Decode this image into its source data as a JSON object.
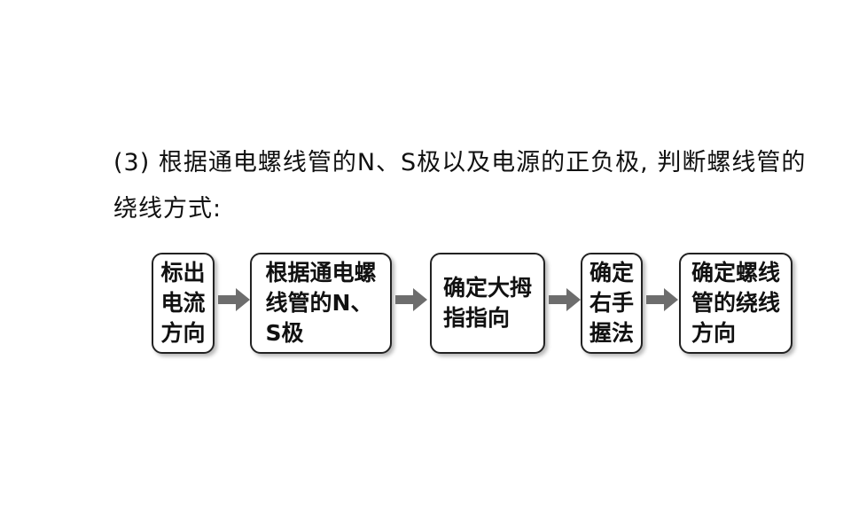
{
  "intro": {
    "line1": "(3) 根据通电螺线管的N、S极以及电源的正负极, 判断螺线管的",
    "line2": "绕线方式:"
  },
  "flow": {
    "steps": [
      {
        "label": "标出\n电流\n方向"
      },
      {
        "label": "根据通电螺\n线管的N、\nS极"
      },
      {
        "label": "确定大拇\n指指向"
      },
      {
        "label": "确定\n右手\n握法"
      },
      {
        "label": "确定螺线\n管的绕线\n方向"
      }
    ],
    "arrow_color": "#6d6d6d"
  }
}
